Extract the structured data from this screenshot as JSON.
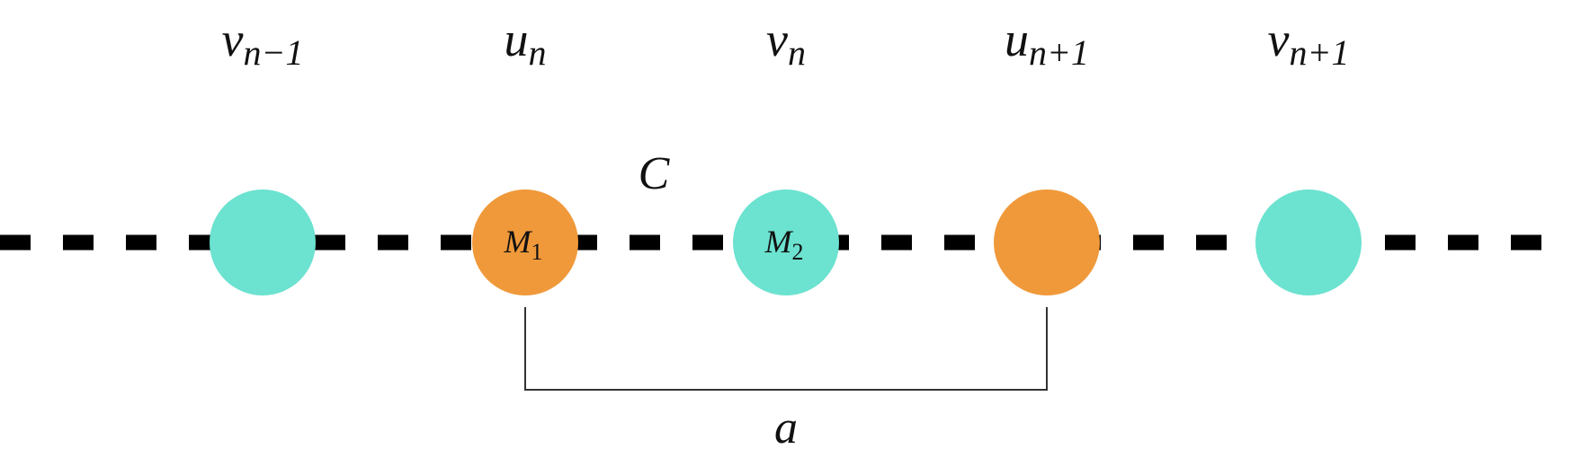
{
  "colors": {
    "orange": "#F0993A",
    "teal": "#6CE2D0",
    "ink": "#000000",
    "bracket": "#333333"
  },
  "masses": [
    {
      "color_key": "teal",
      "top_main": "v",
      "top_sub": "n−1",
      "inner_main": "",
      "inner_sub": ""
    },
    {
      "color_key": "orange",
      "top_main": "u",
      "top_sub": "n",
      "inner_main": "M",
      "inner_sub": "1"
    },
    {
      "color_key": "teal",
      "top_main": "v",
      "top_sub": "n",
      "inner_main": "M",
      "inner_sub": "2"
    },
    {
      "color_key": "orange",
      "top_main": "u",
      "top_sub": "n+1",
      "inner_main": "",
      "inner_sub": ""
    },
    {
      "color_key": "teal",
      "top_main": "v",
      "top_sub": "n+1",
      "inner_main": "",
      "inner_sub": ""
    }
  ],
  "spring_label": "C",
  "lattice_constant_label": "a"
}
